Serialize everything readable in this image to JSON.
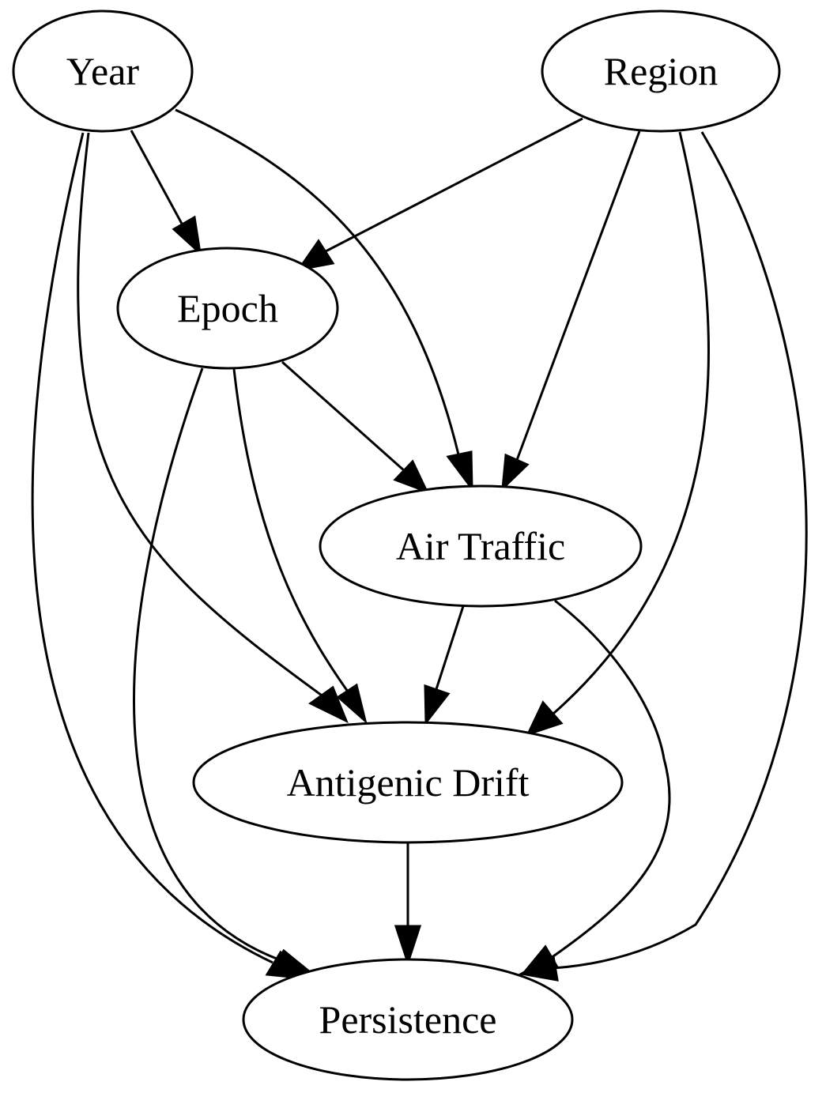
{
  "diagram": {
    "type": "directed-acyclic-graph",
    "colors": {
      "background": "#ffffff",
      "stroke": "#000000",
      "text": "#000000"
    },
    "nodes": [
      {
        "id": "year",
        "label": "Year"
      },
      {
        "id": "region",
        "label": "Region"
      },
      {
        "id": "epoch",
        "label": "Epoch"
      },
      {
        "id": "air_traffic",
        "label": "Air Traffic"
      },
      {
        "id": "antigenic_drift",
        "label": "Antigenic Drift"
      },
      {
        "id": "persistence",
        "label": "Persistence"
      }
    ],
    "edges": [
      {
        "from": "year",
        "to": "epoch"
      },
      {
        "from": "year",
        "to": "air_traffic"
      },
      {
        "from": "year",
        "to": "antigenic_drift"
      },
      {
        "from": "year",
        "to": "persistence"
      },
      {
        "from": "region",
        "to": "epoch"
      },
      {
        "from": "region",
        "to": "air_traffic"
      },
      {
        "from": "region",
        "to": "antigenic_drift"
      },
      {
        "from": "region",
        "to": "persistence"
      },
      {
        "from": "epoch",
        "to": "air_traffic"
      },
      {
        "from": "epoch",
        "to": "antigenic_drift"
      },
      {
        "from": "epoch",
        "to": "persistence"
      },
      {
        "from": "air_traffic",
        "to": "antigenic_drift"
      },
      {
        "from": "air_traffic",
        "to": "persistence"
      },
      {
        "from": "antigenic_drift",
        "to": "persistence"
      }
    ]
  }
}
